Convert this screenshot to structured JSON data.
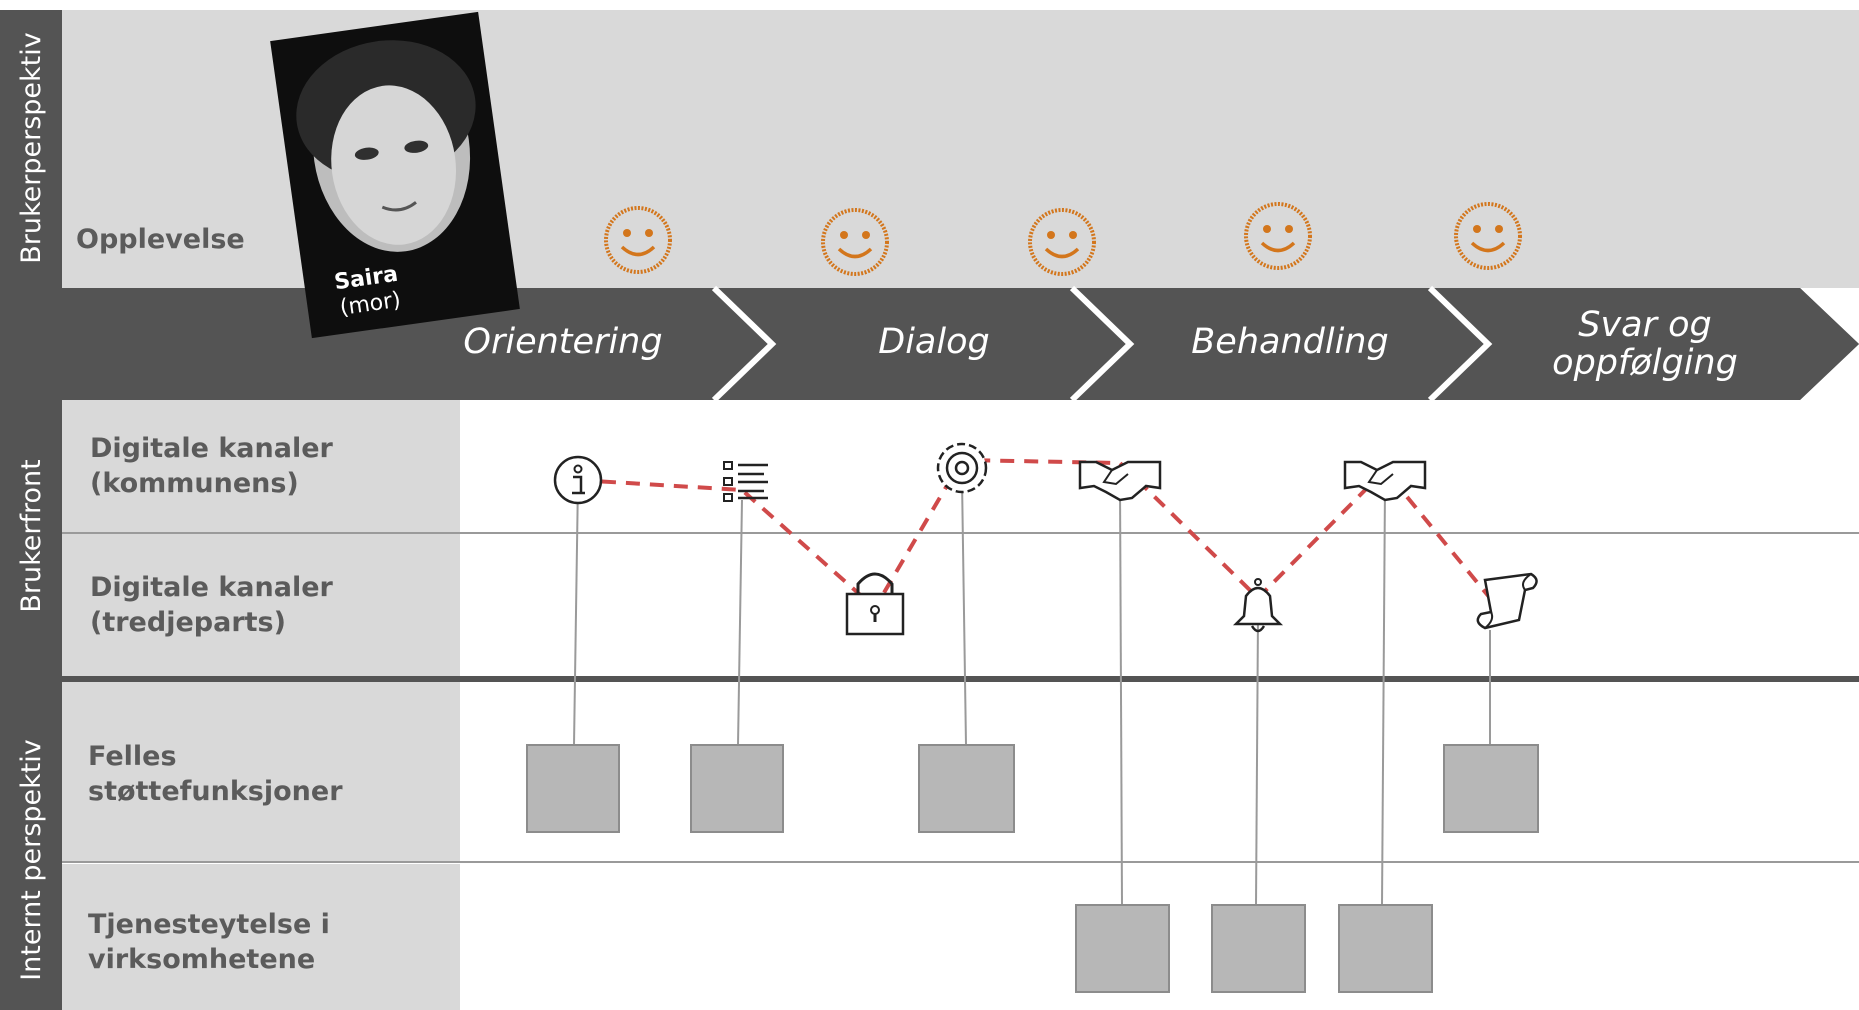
{
  "sections": {
    "brukerperspektiv": "Brukerperspektiv",
    "brukerfront": "Brukerfront",
    "internt": "Internt perspektiv"
  },
  "rows": {
    "opplevelse": "Opplevelse",
    "digitale_kommune_1": "Digitale kanaler",
    "digitale_kommune_2": "(kommunens)",
    "digitale_tredje_1": "Digitale kanaler",
    "digitale_tredje_2": "(tredjeparts)",
    "felles_1": "Felles",
    "felles_2": "støttefunksjoner",
    "tjeneste_1": "Tjenesteytelse i",
    "tjeneste_2": "virksomhetene"
  },
  "persona": {
    "name": "Saira",
    "role": "(mor)"
  },
  "phases": {
    "p1": "Orientering",
    "p2": "Dialog",
    "p3": "Behandling",
    "p4_line1": "Svar og",
    "p4_line2": "oppfølging"
  },
  "experience": [
    "smiley",
    "smiley",
    "smiley",
    "smiley",
    "smiley"
  ],
  "touchpoints": [
    "info-icon",
    "list-icon",
    "lock-icon",
    "gear-icon",
    "handshake-icon",
    "bell-icon",
    "handshake-icon",
    "scroll-icon"
  ],
  "colors": {
    "dark_band": "#545454",
    "light_bg": "#d9d9d9",
    "box": "#b7b7b7",
    "dashed": "#d04a4a",
    "smiley": "#d3761c"
  }
}
